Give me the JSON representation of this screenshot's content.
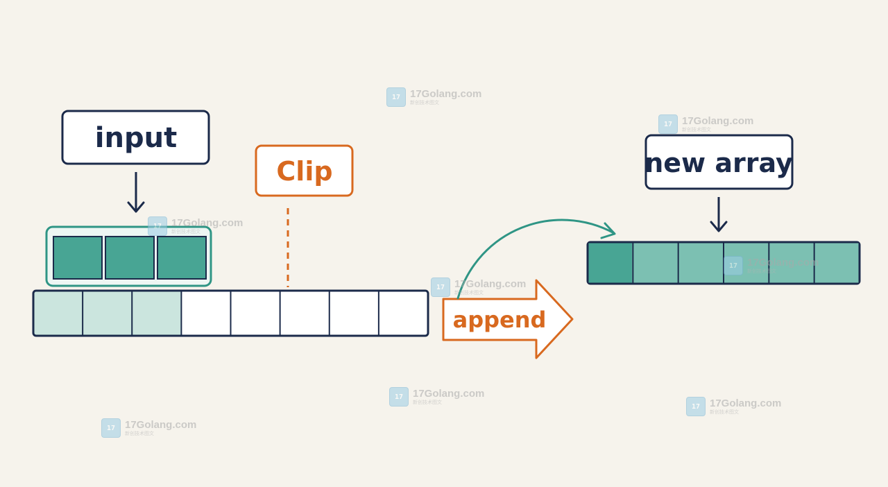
{
  "labels": {
    "input": "input",
    "clip": "Clip",
    "append": "append",
    "new_array": "new array"
  },
  "source_array": {
    "cells": 8,
    "filled": 3
  },
  "input_block": {
    "cells": 3
  },
  "new_array": {
    "cells": 6
  },
  "watermark": {
    "text": "17Golang.com",
    "subtext": "新创技术图文",
    "logo": "17"
  },
  "colors": {
    "background": "#f6f3ec",
    "navy": "#1b2a4a",
    "teal_dark": "#2f9585",
    "teal_fill": "#48a594",
    "teal_light": "#cbe5de",
    "teal_mid": "#7cc0b2",
    "orange": "#d8691f"
  }
}
